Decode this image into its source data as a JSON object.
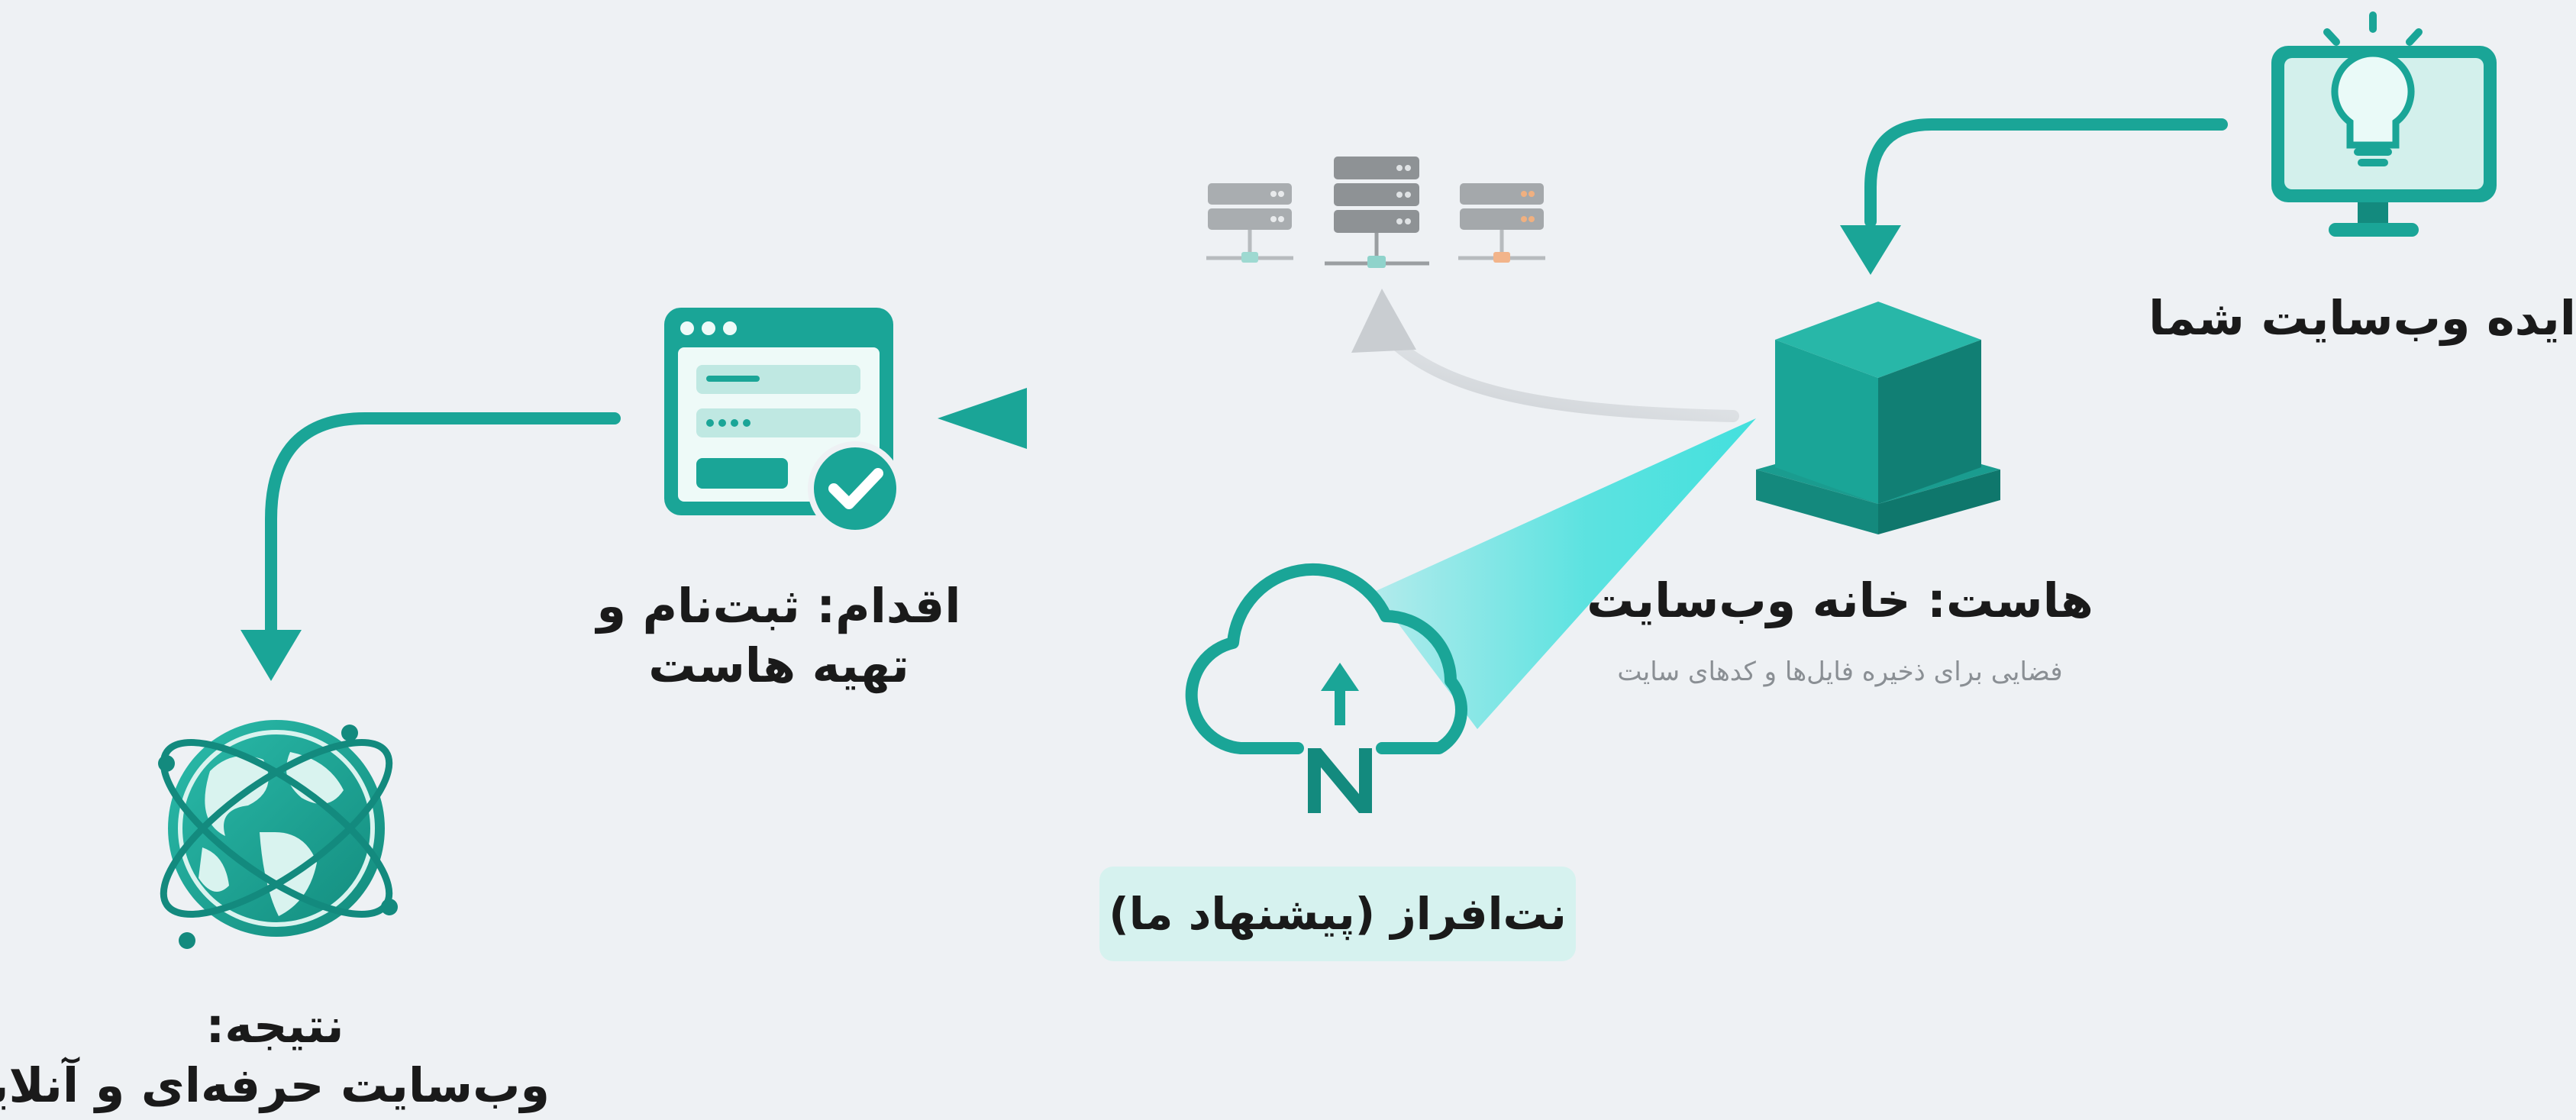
{
  "colors": {
    "background": "#eef1f4",
    "teal": "#1aa597",
    "teal_dark": "#138a7e",
    "teal_light": "#cdeeea",
    "cyan_beam": "#43e0dd",
    "gray_arrow": "#cfd3d7",
    "badge_bg": "#d6f2ef",
    "server_orange": "#f0b080",
    "server_gray": "#8e9295"
  },
  "nodes": {
    "idea": {
      "title": "ایده وب‌سایت شما",
      "icon": "lightbulb-monitor-icon"
    },
    "host": {
      "title": "هاست: خانه وب‌سایت",
      "subtitle": "فضایی برای ذخیره فایل‌ها و کدهای سایت",
      "icon": "cube-icon"
    },
    "servers": {
      "icon": "server-rack-icon"
    },
    "netafraz": {
      "label": "نت‌افراز (پیشنهاد ما)",
      "icon": "cloud-upload-n-icon"
    },
    "action": {
      "line1": "اقدام: ثبت‌نام و",
      "line2": "تهیه هاست",
      "icon": "signup-form-icon"
    },
    "result": {
      "line1": "نتیجه:",
      "line2": "وب‌سایت حرفه‌ای و آنلاین",
      "icon": "globe-orbit-icon"
    }
  }
}
